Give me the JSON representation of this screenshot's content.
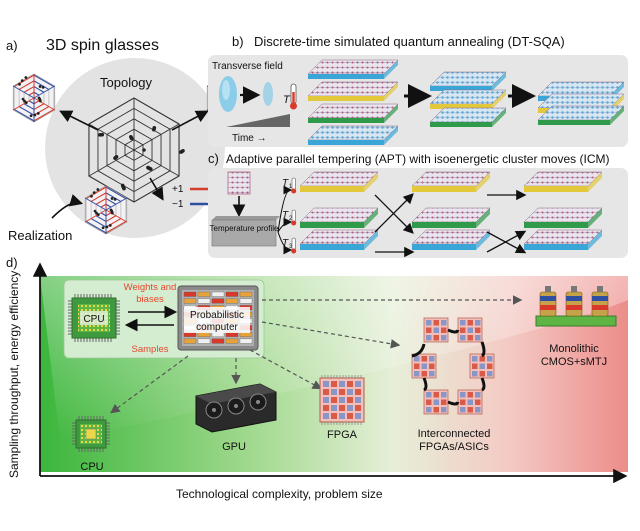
{
  "panel_a": {
    "label": "a)",
    "title": "3D spin glasses",
    "topology": "Topology",
    "realization": "Realization",
    "legend": [
      {
        "label": "+1",
        "color": "#d43c2c"
      },
      {
        "label": "−1",
        "color": "#2f4fa3"
      }
    ]
  },
  "panel_b": {
    "label": "b)",
    "title": "Discrete-time simulated quantum annealing (DT-SQA)",
    "field_label": "Transverse field",
    "temp_label": "T",
    "time_label": "Time →"
  },
  "panel_c": {
    "label": "c)",
    "title": "Adaptive parallel tempering (APT) with isoenergetic cluster moves (ICM)",
    "profile_label": "Temperature profile",
    "temps": [
      "T",
      "T",
      "T"
    ],
    "temp_subs": [
      "1",
      "2",
      "3"
    ]
  },
  "panel_d": {
    "label": "d)",
    "y_axis": "Sampling throughput, energy efficiency",
    "x_axis": "Technological complexity, problem size",
    "cpu_top": "CPU",
    "weights": [
      "Weights and",
      "biases"
    ],
    "samples": "Samples",
    "pcomp": [
      "Probabilistic",
      "computer"
    ],
    "cpu_bottom": "CPU",
    "gpu": "GPU",
    "fpga": "FPGA",
    "interconnected": [
      "Interconnected",
      "FPGAs/ASICs"
    ],
    "monolithic": [
      "Monolithic",
      "CMOS+sMTJ"
    ],
    "accent_red": "#e8462e"
  }
}
